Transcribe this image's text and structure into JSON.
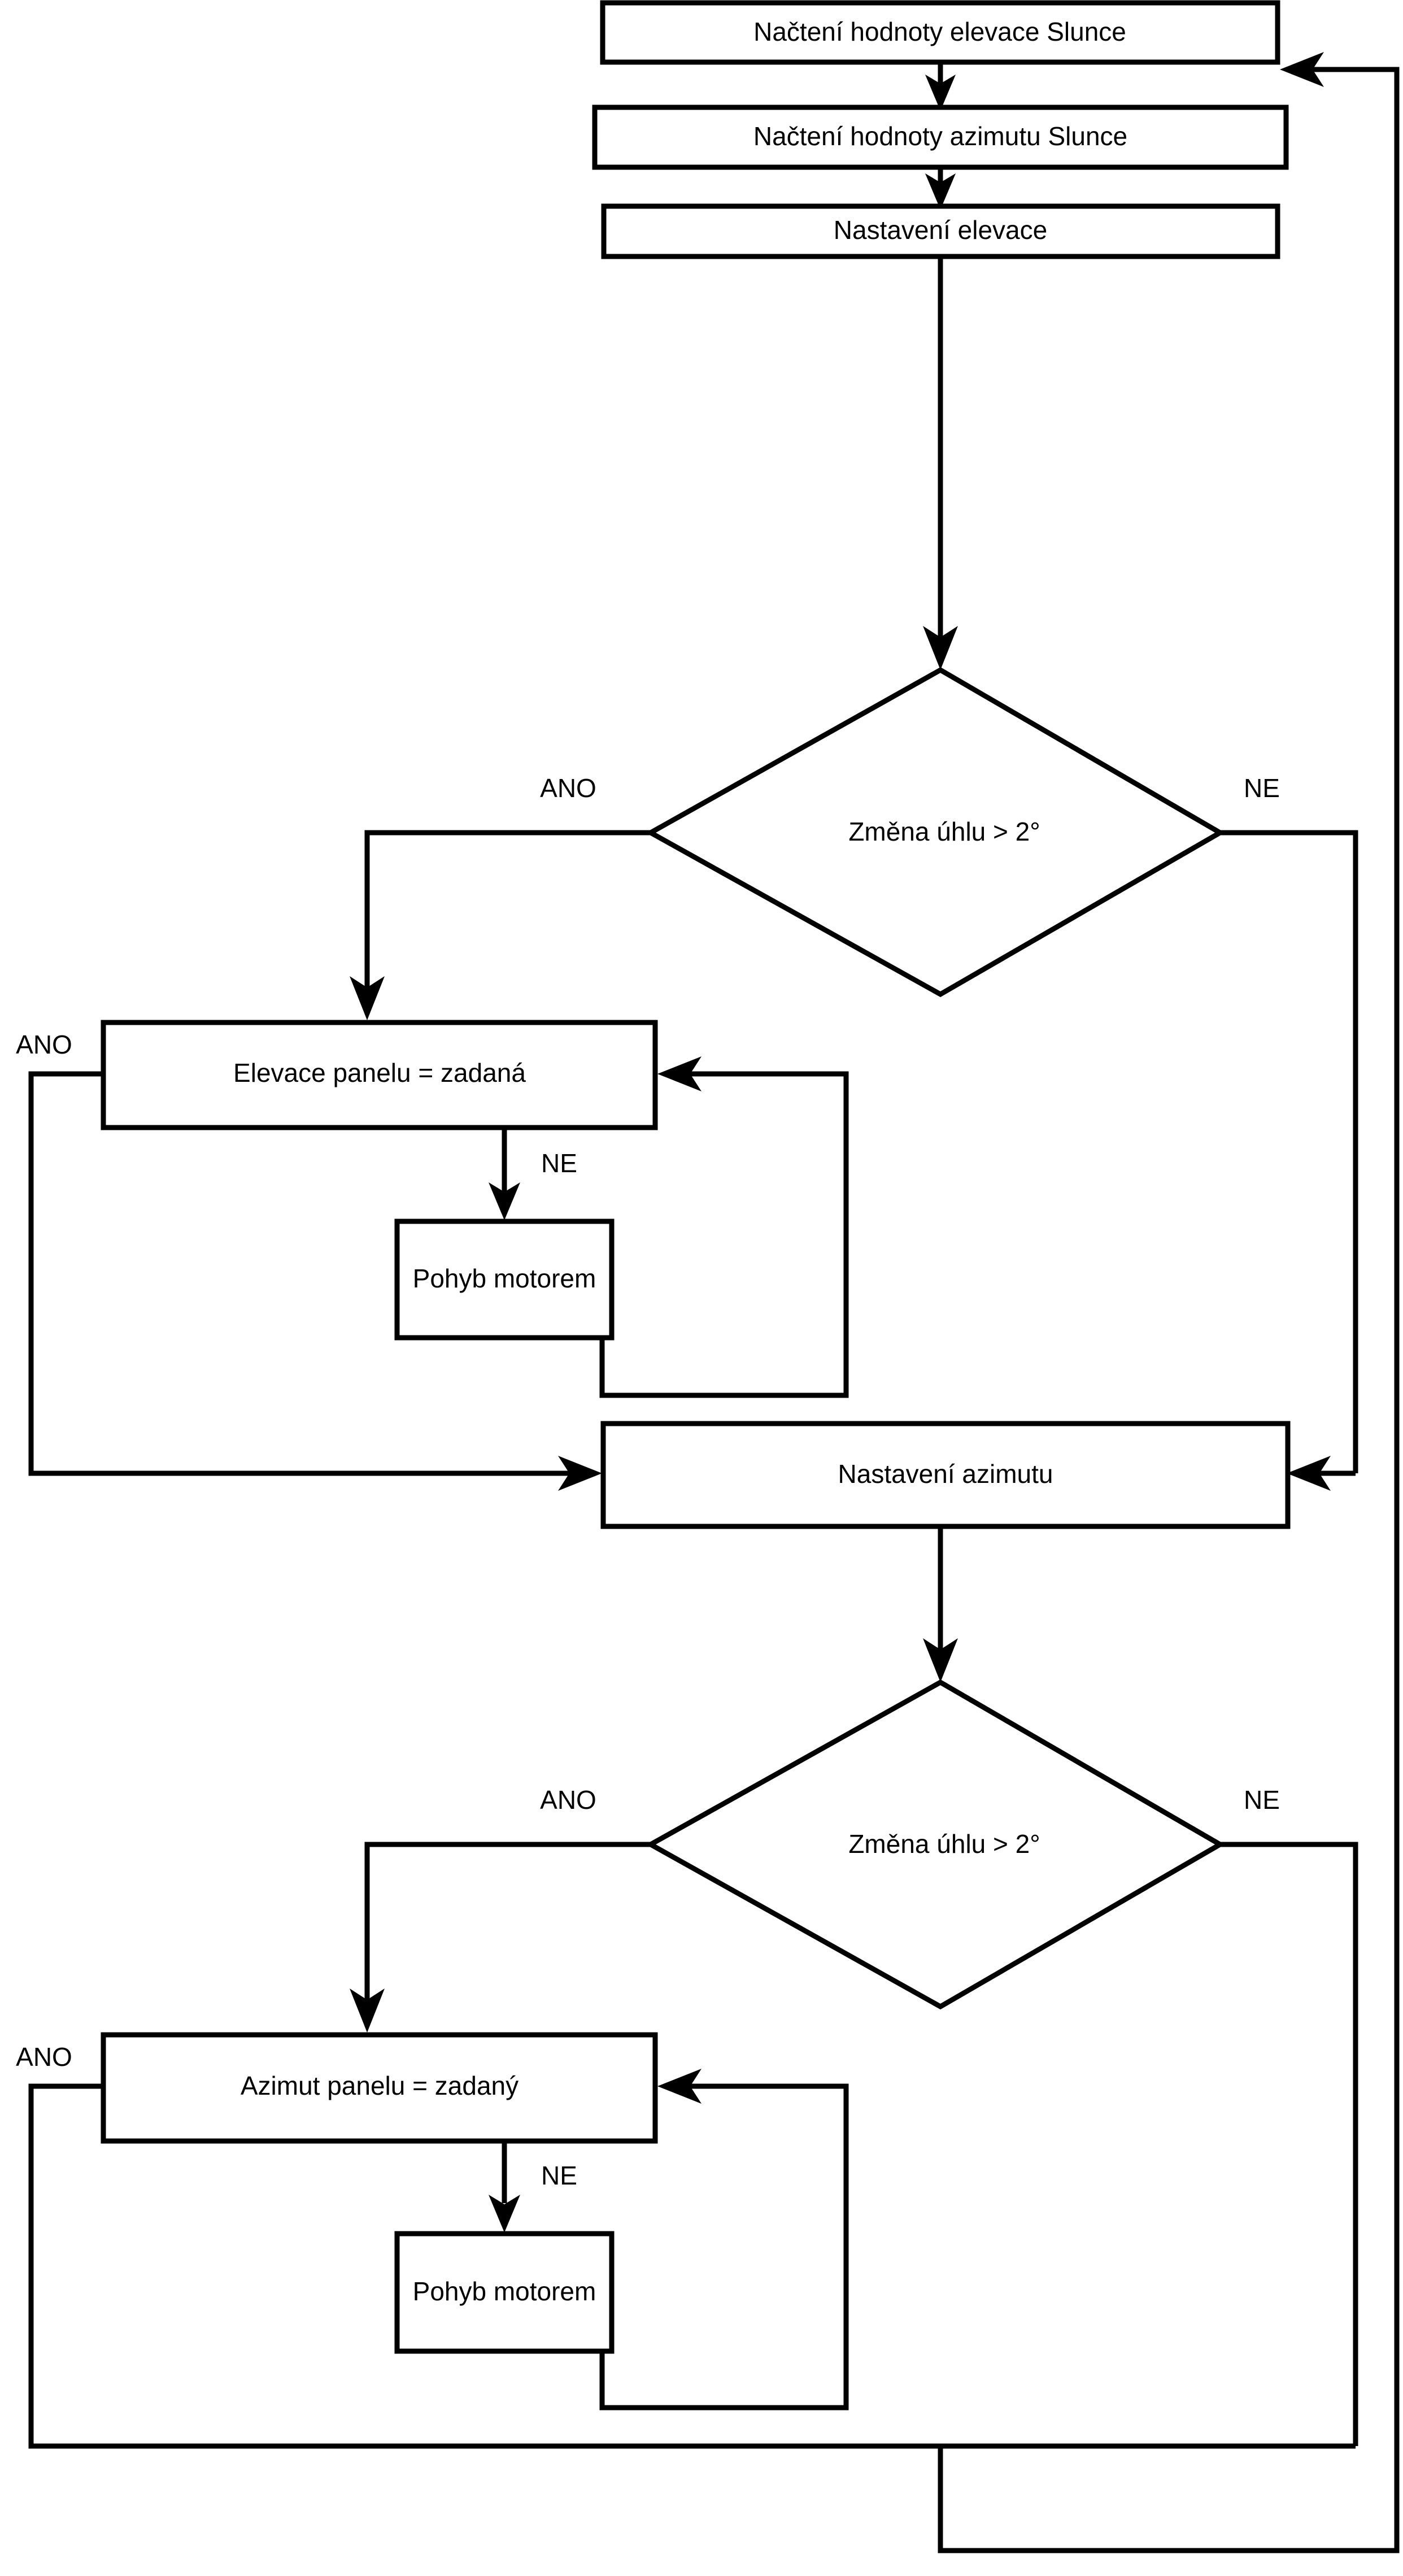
{
  "diagram": {
    "type": "flowchart",
    "language": "cs",
    "orientation": "top-to-bottom",
    "colors": {
      "background": "#ffffff",
      "stroke": "#000000",
      "node_fill": "#ffffff",
      "text": "#000000"
    },
    "nodes": [
      {
        "id": "read_elevation",
        "shape": "process",
        "label": "Načtení hodnoty elevace Slunce"
      },
      {
        "id": "read_azimuth",
        "shape": "process",
        "label": "Načtení hodnoty azimutu Slunce"
      },
      {
        "id": "set_elevation",
        "shape": "process",
        "label": "Nastavení elevace"
      },
      {
        "id": "dec_elev",
        "shape": "decision",
        "label": "Změna úhlu > 2°"
      },
      {
        "id": "panel_elev_eq",
        "shape": "process",
        "label": "Elevace panelu = zadaná"
      },
      {
        "id": "motor_move_1",
        "shape": "process",
        "label": "Pohyb motorem"
      },
      {
        "id": "set_azimuth",
        "shape": "process",
        "label": "Nastavení azimutu"
      },
      {
        "id": "dec_azim",
        "shape": "decision",
        "label": "Změna úhlu > 2°"
      },
      {
        "id": "panel_azim_eq",
        "shape": "process",
        "label": "Azimut panelu = zadaný"
      },
      {
        "id": "motor_move_2",
        "shape": "process",
        "label": "Pohyb motorem"
      }
    ],
    "edge_labels": {
      "dec_elev_yes": "ANO",
      "dec_elev_no": "NE",
      "panel_elev_yes": "ANO",
      "panel_elev_no": "NE",
      "dec_azim_yes": "ANO",
      "dec_azim_no": "NE",
      "panel_azim_yes": "ANO",
      "panel_azim_no": "NE"
    },
    "edges": [
      {
        "from": "read_elevation",
        "to": "read_azimuth",
        "label": ""
      },
      {
        "from": "read_azimuth",
        "to": "set_elevation",
        "label": ""
      },
      {
        "from": "set_elevation",
        "to": "dec_elev",
        "label": ""
      },
      {
        "from": "dec_elev",
        "to": "panel_elev_eq",
        "label": "ANO"
      },
      {
        "from": "dec_elev",
        "to": "set_azimuth",
        "label": "NE"
      },
      {
        "from": "panel_elev_eq",
        "to": "motor_move_1",
        "label": "NE"
      },
      {
        "from": "motor_move_1",
        "to": "panel_elev_eq",
        "label": ""
      },
      {
        "from": "panel_elev_eq",
        "to": "set_azimuth",
        "label": "ANO"
      },
      {
        "from": "set_azimuth",
        "to": "dec_azim",
        "label": ""
      },
      {
        "from": "dec_azim",
        "to": "panel_azim_eq",
        "label": "ANO"
      },
      {
        "from": "dec_azim",
        "to": "read_elevation",
        "label": "NE"
      },
      {
        "from": "panel_azim_eq",
        "to": "motor_move_2",
        "label": "NE"
      },
      {
        "from": "motor_move_2",
        "to": "panel_azim_eq",
        "label": ""
      },
      {
        "from": "panel_azim_eq",
        "to": "read_elevation",
        "label": "ANO"
      }
    ]
  }
}
